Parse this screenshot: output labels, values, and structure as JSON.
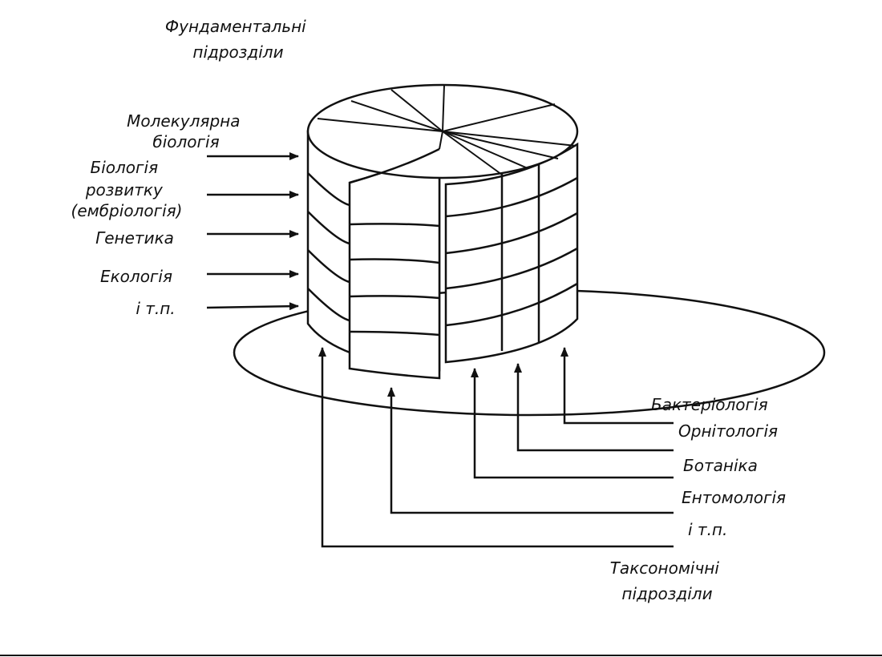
{
  "fundamental_title": [
    "Фундаментальні",
    "підрозділи"
  ],
  "fundamental_items": [
    {
      "lines": [
        "Молекулярна",
        "біологія"
      ]
    },
    {
      "lines": [
        "Біологія",
        "розвитку",
        "(ембріологія)"
      ]
    },
    {
      "lines": [
        "Генетика"
      ]
    },
    {
      "lines": [
        "Екологія"
      ]
    },
    {
      "lines": [
        "і т.п."
      ]
    }
  ],
  "taxonomic_items": [
    "Бактеріологія",
    "Орнітологія",
    "Ботаніка",
    "Ентомологія",
    "і т.п."
  ],
  "taxonomic_title": [
    "Таксономічні",
    "підрозділи"
  ],
  "colors": {
    "ink": "#111111",
    "paper": "#ffffff"
  }
}
